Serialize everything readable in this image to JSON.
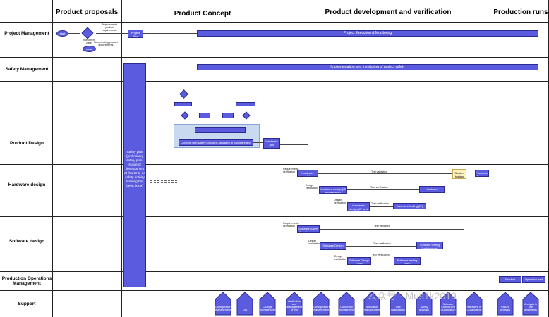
{
  "columns": {
    "proposals": "Product proposals",
    "concept": "Product Concept",
    "development": "Product development and verification",
    "production": "Production runs"
  },
  "rows": {
    "project_management": "Project Management",
    "safety_management": "Safety Management",
    "product_design": "Product Design",
    "hardware_design": "Hardware design",
    "software_design": "Software design",
    "production_ops": "Production Operations Management",
    "support": "Support"
  },
  "project": {
    "start": "start",
    "decision": "Investment case",
    "note_top": "Projects meet product requirements",
    "note_bottom": "Non-meeting product requirements",
    "close": "close",
    "plan": "Project Plan",
    "execution": "Project Execution & Monitoring"
  },
  "safety": {
    "implementation": "Implementation and monitoring of project safety",
    "plan_text": "Safety plan (preliminary safety plan: scope of development at this time, no safety activity tailoring has been done)"
  },
  "design": {
    "concept_box": "Concept with safety functions allocated to hardware and software architecture",
    "hw_sw_req": "Hardware and software requirements"
  },
  "hardware": {
    "req_label": "Requirements verification",
    "req": "Hardware safety requirements",
    "design_label": "Design verification",
    "design": "Hardware design (IC architecture)",
    "review_label": "Design verification",
    "detail": "Hardware design (IP and IC integration)",
    "test_validation": "Test validation",
    "test_verification": "Test verification",
    "test_verification2": "Test verification",
    "hw_testing_ic": "Hardware testing(IC)",
    "hw_testing_ip": "Hardware testing (IP)",
    "system_testing": "System testing",
    "production_release": "Production Release"
  },
  "software": {
    "req_label": "Requirements verification",
    "req": "Software Safety Requirements",
    "design_label": "Design verification",
    "arch": "Software Design (Architecture)",
    "unit_label": "Design verification",
    "unit": "Software Design (Unit)",
    "test_validation": "Test validation",
    "test_verification": "Test verification",
    "test_verification2": "Test verification",
    "testing_arch": "Software testing (architecture)",
    "testing_unit": "Software testing (unit)"
  },
  "production": {
    "product_production": "Product production",
    "operation": "Operation and maintenance"
  },
  "support": [
    "Configuration management",
    "DIA",
    "Change management",
    "Verification and management of risk",
    "Configuration management",
    "Document management",
    "Verification management",
    "Tool qualification",
    "Safety analysis",
    "Software Component Qualification",
    "Hardware IP Qualification",
    "Failure Analysis",
    "Analysis in use arguments"
  ],
  "watermark": "公众号 · Mus1k2019",
  "colors": {
    "accent": "#5b5bdf",
    "accent_dark": "#2b2b8f",
    "pale": "#c9d9ef"
  }
}
